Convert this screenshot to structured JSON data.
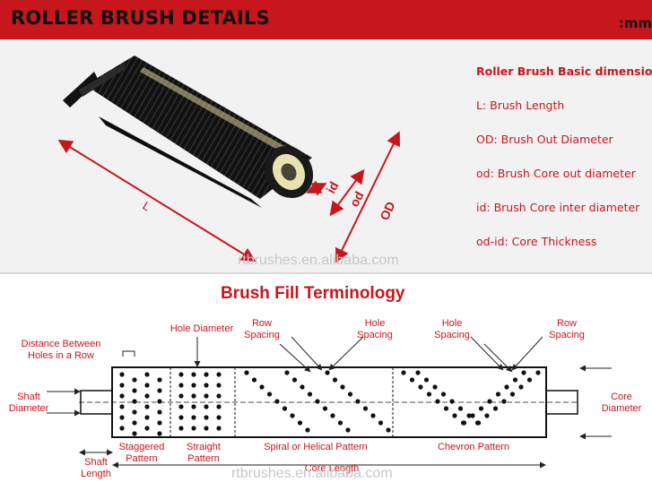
{
  "header": {
    "title": "ROLLER BRUSH DETAILS",
    "unit": ":mm"
  },
  "dimensions": {
    "heading": "Roller Brush Basic dimensions:",
    "items": [
      "L: Brush Length",
      "OD: Brush Out Diameter",
      "od: Brush Core out diameter",
      "id: Brush Core inter diameter",
      "od-id: Core Thickness"
    ]
  },
  "photo_labels": {
    "L": "L",
    "id": "id",
    "od": "od",
    "OD": "OD"
  },
  "watermark": "rtbrushes.en.alibaba.com",
  "terminology": {
    "title": "Brush Fill Terminology",
    "labels": {
      "distance_between_holes": "Distance Between\nHoles in a Row",
      "hole_diameter": "Hole Diameter",
      "row_spacing_1": "Row\nSpacing",
      "hole_spacing_1": "Hole\nSpacing",
      "hole_spacing_2": "Hole\nSpacing",
      "row_spacing_2": "Row\nSpacing",
      "shaft_diameter": "Shaft\nDiameter",
      "core_diameter": "Core\nDiameter",
      "staggered": "Staggered\nPattern",
      "straight": "Straight\nPattern",
      "spiral": "Spiral or Helical Pattern",
      "chevron": "Chevron Pattern",
      "shaft_length": "Shaft\nLength",
      "core_length": "Core Length"
    }
  },
  "colors": {
    "accent": "#c8161d",
    "bristle": "#1a1a1a",
    "core": "#e8e2b0"
  },
  "icons": [
    "roller-brush-photo",
    "dimension-arrow"
  ]
}
